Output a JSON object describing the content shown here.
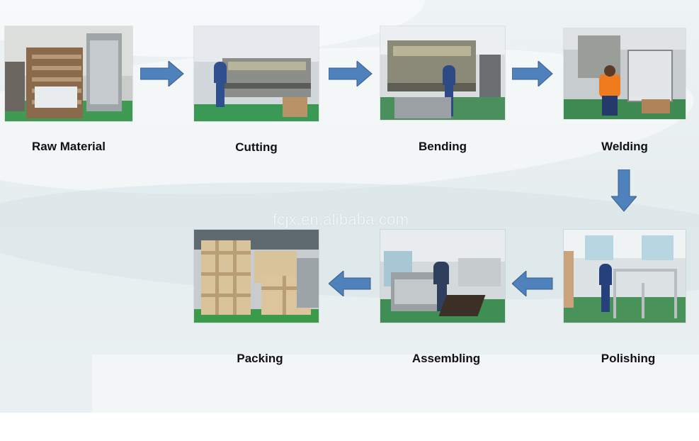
{
  "steps": [
    {
      "label": "Raw Material"
    },
    {
      "label": "Cutting"
    },
    {
      "label": "Bending"
    },
    {
      "label": "Welding"
    },
    {
      "label": "Polishing"
    },
    {
      "label": "Assembling"
    },
    {
      "label": "Packing"
    }
  ],
  "watermark": "fcjx.en.alibaba.com",
  "colors": {
    "arrow": "#4f81bd",
    "arrow_edge": "#385d8a",
    "floor": "#3c9a4b"
  },
  "arrow_directions": [
    "right",
    "right",
    "right",
    "down",
    "left",
    "left"
  ]
}
